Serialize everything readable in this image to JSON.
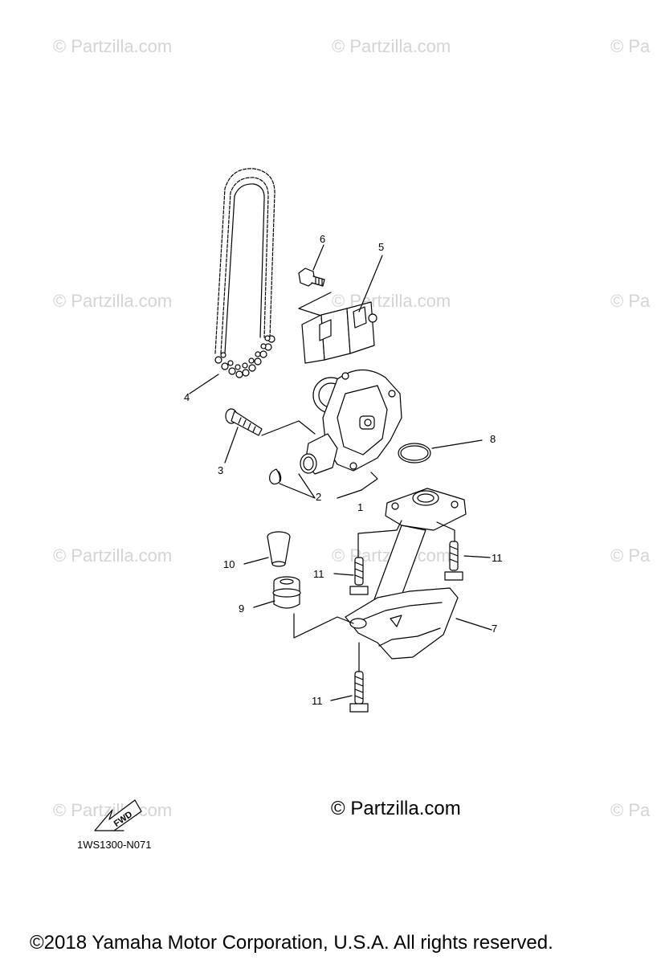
{
  "watermark": "© Partzilla.com",
  "watermark_partial": "© Pa",
  "center_mark": "© Partzilla.com",
  "diagram_code": "1WS1300-N071",
  "fwd_label": "FWD",
  "copyright": "©2018  Yamaha Motor Corporation, U.S.A. All rights reserved.",
  "callouts": {
    "c1": "1",
    "c2": "2",
    "c3": "3",
    "c4": "4",
    "c5": "5",
    "c6": "6",
    "c7": "7",
    "c8": "8",
    "c9": "9",
    "c10": "10",
    "c11a": "11",
    "c11b": "11",
    "c11c": "11"
  }
}
